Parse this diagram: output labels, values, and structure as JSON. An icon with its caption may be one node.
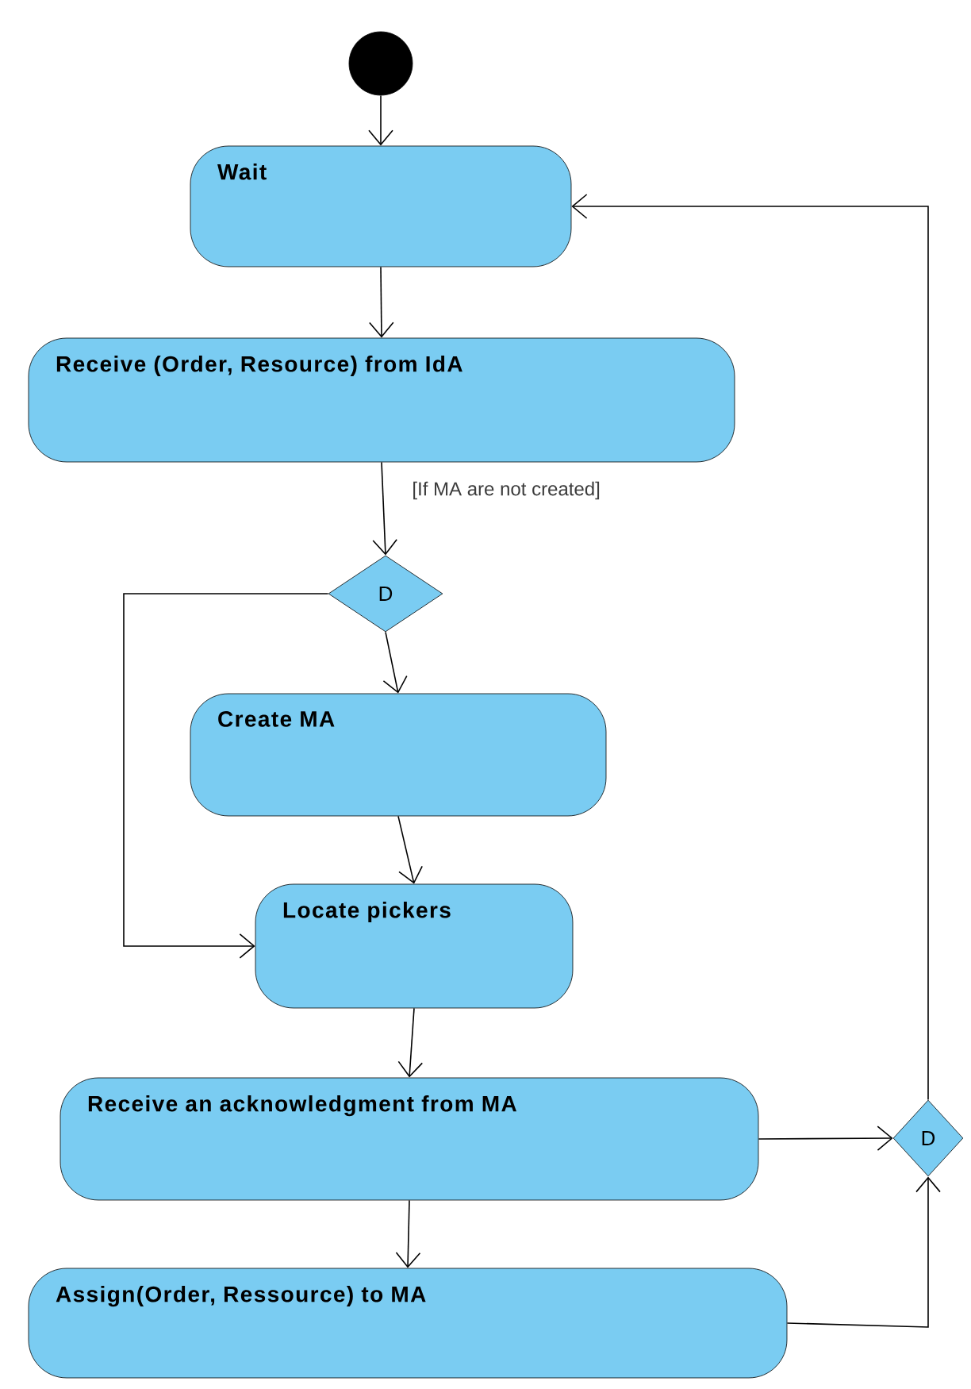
{
  "diagram": {
    "nodes": [
      {
        "text": [],
        "shape": "circle"
      },
      {
        "text": [
          "Wait"
        ]
      },
      {
        "text": [
          "Receive (Order, Resource) from IdA"
        ]
      },
      {
        "text": [
          "D"
        ]
      },
      {
        "text": [
          "Create MA"
        ]
      },
      {
        "text": [
          "Locate pickers"
        ]
      },
      {
        "text": [
          "Receive an acknowledgment from MA"
        ]
      },
      {
        "text": [
          "Assign(Order, Ressource) to MA"
        ]
      },
      {
        "text": [
          "D"
        ]
      }
    ],
    "edges": [
      {
        "from": 0,
        "to": 1,
        "arrow": "to"
      },
      {
        "from": 1,
        "to": 2,
        "arrow": "to"
      },
      {
        "from": 2,
        "to": 3,
        "arrow": "to",
        "label": "[If MA are not created]"
      },
      {
        "from": 3,
        "to": 4,
        "arrow": "to"
      },
      {
        "from": 4,
        "to": 5,
        "arrow": "to"
      },
      {
        "from": 3,
        "to": 5,
        "arrow": "to"
      },
      {
        "from": 5,
        "to": 6,
        "arrow": "to"
      },
      {
        "from": 6,
        "to": 7,
        "arrow": "to"
      },
      {
        "from": 6,
        "to": 8,
        "arrow": "to"
      },
      {
        "from": 7,
        "to": 8,
        "arrow": "to"
      },
      {
        "from": 8,
        "to": 1,
        "arrow": "to"
      }
    ]
  }
}
